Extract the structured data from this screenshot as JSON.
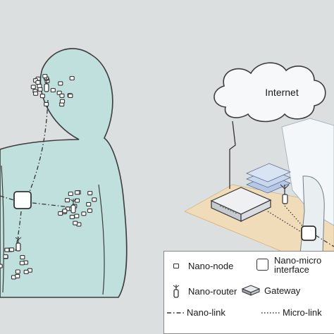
{
  "labels": {
    "cloud": "Internet"
  },
  "legend": {
    "nano_node": "Nano-node",
    "nano_micro_interface_line1": "Nano-micro",
    "nano_micro_interface_line2": "interface",
    "nano_router": "Nano-router",
    "gateway": "Gateway",
    "nano_link": "Nano-link",
    "micro_link": "Micro-link"
  },
  "colors": {
    "background": "#dcdfe0",
    "body": "#bfe0dd",
    "outline": "#3c3c3c",
    "table": "#f1dcb9"
  }
}
